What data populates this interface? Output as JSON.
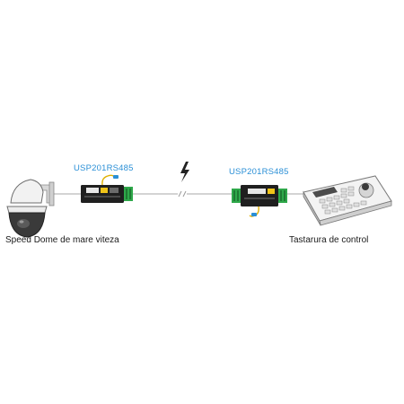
{
  "devices": {
    "left_label": "USP201RS485",
    "right_label": "USP201RS485"
  },
  "endpoints": {
    "camera_label": "Speed Dome de mare viteza",
    "keyboard_label": "Tastarura de control"
  },
  "icons": {
    "camera": "speed-dome-camera-icon",
    "keyboard": "control-keyboard-icon",
    "surge": "lightning-bolt-icon",
    "protector": "surge-protector-icon"
  },
  "colors": {
    "label_blue": "#2a8fd6",
    "terminal_green": "#2ea84a",
    "lightning": "#222222"
  }
}
